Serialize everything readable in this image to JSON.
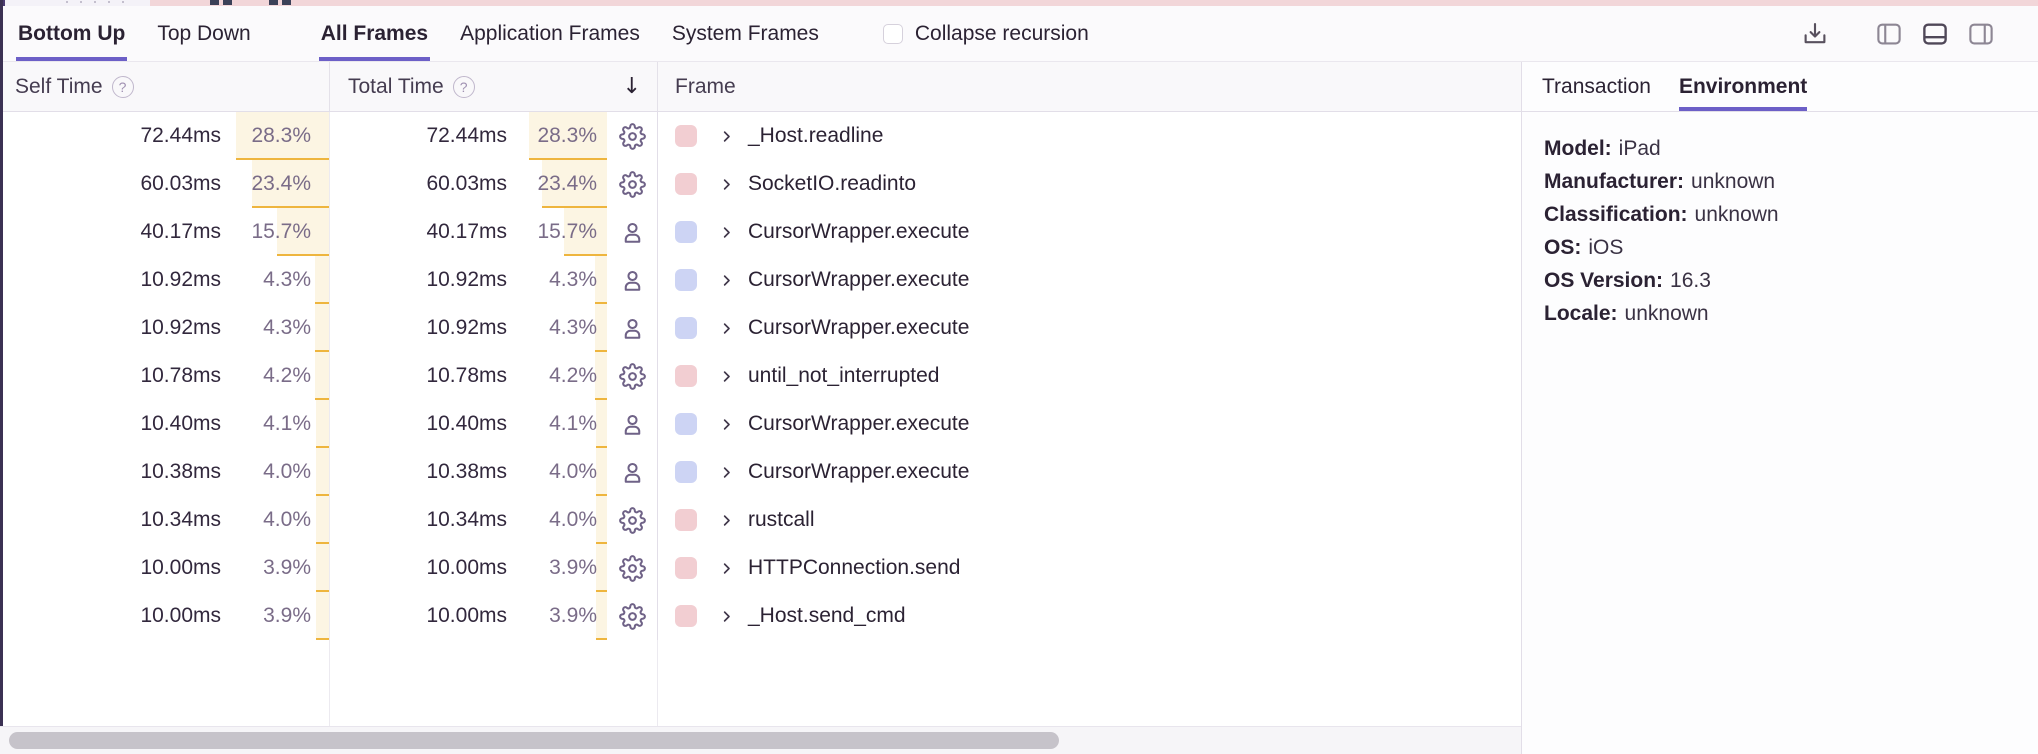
{
  "toolbar": {
    "view_tabs": [
      {
        "label": "Bottom Up",
        "active": true
      },
      {
        "label": "Top Down",
        "active": false
      }
    ],
    "frame_tabs": [
      {
        "label": "All Frames",
        "active": true
      },
      {
        "label": "Application Frames",
        "active": false
      },
      {
        "label": "System Frames",
        "active": false
      }
    ],
    "collapse_recursion_label": "Collapse recursion",
    "right_icons": [
      "download-icon",
      "panel-left-icon",
      "panel-bottom-icon",
      "panel-right-icon"
    ],
    "active_layout_icon": "panel-bottom-icon"
  },
  "table": {
    "columns": {
      "self": "Self Time",
      "total": "Total Time",
      "frame": "Frame"
    },
    "sort_icon": "↓",
    "sorted_by": "total",
    "rows": [
      {
        "self": "72.44ms",
        "self_pct": "28.3%",
        "total": "72.44ms",
        "total_pct": "28.3%",
        "pct": 28.3,
        "icon": "gear-icon",
        "frame_type": "system",
        "frame": "_Host.readline"
      },
      {
        "self": "60.03ms",
        "self_pct": "23.4%",
        "total": "60.03ms",
        "total_pct": "23.4%",
        "pct": 23.4,
        "icon": "gear-icon",
        "frame_type": "system",
        "frame": "SocketIO.readinto"
      },
      {
        "self": "40.17ms",
        "self_pct": "15.7%",
        "total": "40.17ms",
        "total_pct": "15.7%",
        "pct": 15.7,
        "icon": "user-icon",
        "frame_type": "application",
        "frame": "CursorWrapper.execute"
      },
      {
        "self": "10.92ms",
        "self_pct": "4.3%",
        "total": "10.92ms",
        "total_pct": "4.3%",
        "pct": 4.3,
        "icon": "user-icon",
        "frame_type": "application",
        "frame": "CursorWrapper.execute"
      },
      {
        "self": "10.92ms",
        "self_pct": "4.3%",
        "total": "10.92ms",
        "total_pct": "4.3%",
        "pct": 4.3,
        "icon": "user-icon",
        "frame_type": "application",
        "frame": "CursorWrapper.execute"
      },
      {
        "self": "10.78ms",
        "self_pct": "4.2%",
        "total": "10.78ms",
        "total_pct": "4.2%",
        "pct": 4.2,
        "icon": "gear-icon",
        "frame_type": "system",
        "frame": "until_not_interrupted"
      },
      {
        "self": "10.40ms",
        "self_pct": "4.1%",
        "total": "10.40ms",
        "total_pct": "4.1%",
        "pct": 4.1,
        "icon": "user-icon",
        "frame_type": "application",
        "frame": "CursorWrapper.execute"
      },
      {
        "self": "10.38ms",
        "self_pct": "4.0%",
        "total": "10.38ms",
        "total_pct": "4.0%",
        "pct": 4.0,
        "icon": "user-icon",
        "frame_type": "application",
        "frame": "CursorWrapper.execute"
      },
      {
        "self": "10.34ms",
        "self_pct": "4.0%",
        "total": "10.34ms",
        "total_pct": "4.0%",
        "pct": 4.0,
        "icon": "gear-icon",
        "frame_type": "system",
        "frame": "rustcall"
      },
      {
        "self": "10.00ms",
        "self_pct": "3.9%",
        "total": "10.00ms",
        "total_pct": "3.9%",
        "pct": 3.9,
        "icon": "gear-icon",
        "frame_type": "system",
        "frame": "HTTPConnection.send"
      },
      {
        "self": "10.00ms",
        "self_pct": "3.9%",
        "total": "10.00ms",
        "total_pct": "3.9%",
        "pct": 3.9,
        "icon": "gear-icon",
        "frame_type": "system",
        "frame": "_Host.send_cmd"
      }
    ]
  },
  "details": {
    "tabs": [
      {
        "label": "Transaction",
        "active": false
      },
      {
        "label": "Environment",
        "active": true
      }
    ],
    "environment": [
      {
        "label": "Model:",
        "value": "iPad"
      },
      {
        "label": "Manufacturer:",
        "value": "unknown"
      },
      {
        "label": "Classification:",
        "value": "unknown"
      },
      {
        "label": "OS:",
        "value": "iOS"
      },
      {
        "label": "OS Version:",
        "value": "16.3"
      },
      {
        "label": "Locale:",
        "value": "unknown"
      }
    ]
  },
  "colors": {
    "accent": "#6c5fc7",
    "percent_bar_bg": "#fcf5e3",
    "percent_bar_underline": "#eeb53e",
    "system_frame_swatch": "#f2ced2",
    "application_frame_swatch": "#cdd4f4",
    "minimap_strip": "#f2d6d9"
  }
}
